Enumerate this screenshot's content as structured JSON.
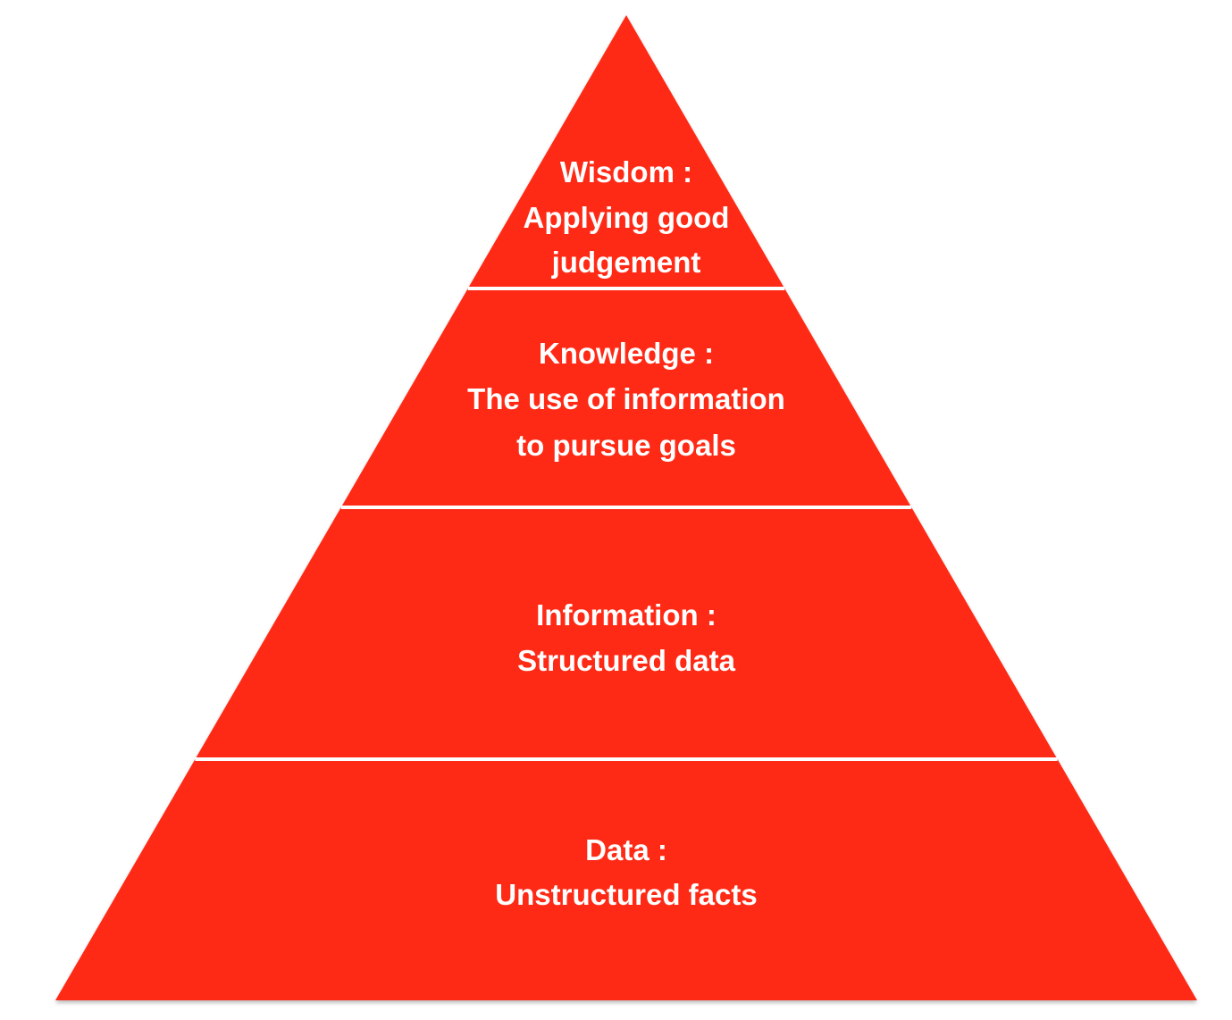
{
  "diagram": {
    "fill_color": "#ff2a14",
    "divider_color": "#ffffff",
    "levels": [
      {
        "name": "wisdom",
        "lines": [
          "Wisdom :",
          "Applying good",
          "judgement"
        ]
      },
      {
        "name": "knowledge",
        "lines": [
          "Knowledge :",
          "The use of information",
          "to pursue goals"
        ]
      },
      {
        "name": "information",
        "lines": [
          "Information :",
          "Structured data"
        ]
      },
      {
        "name": "data",
        "lines": [
          "Data :",
          "Unstructured facts"
        ]
      }
    ]
  }
}
